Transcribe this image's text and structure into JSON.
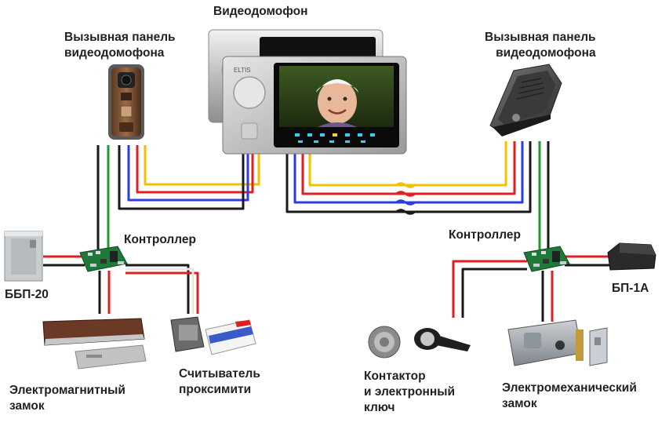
{
  "labels": {
    "intercom": "Видеодомофон",
    "left_panel": [
      "Вызывная панель",
      "видеодомофона"
    ],
    "right_panel": [
      "Вызывная панель",
      "видеодомофона"
    ],
    "left_controller": "Контроллер",
    "right_controller": "Контроллер",
    "left_psu": "ББП-20",
    "right_psu": "БП-1А",
    "magnetic_lock": [
      "Электромагнитный",
      "замок"
    ],
    "reader": [
      "Считыватель",
      "проксимити"
    ],
    "contactor": [
      "Контактор",
      "и электронный",
      "ключ"
    ],
    "mech_lock": [
      "Электромеханический",
      "замок"
    ]
  },
  "brand": "ELTIS",
  "colors": {
    "wire_black": "#1a1a1a",
    "wire_red": "#e02020",
    "wire_blue": "#2b3ce0",
    "wire_yellow": "#f2c200",
    "wire_green": "#1e9a2e",
    "wire_white": "#e8e8e8",
    "board": "#1f7a3a"
  }
}
